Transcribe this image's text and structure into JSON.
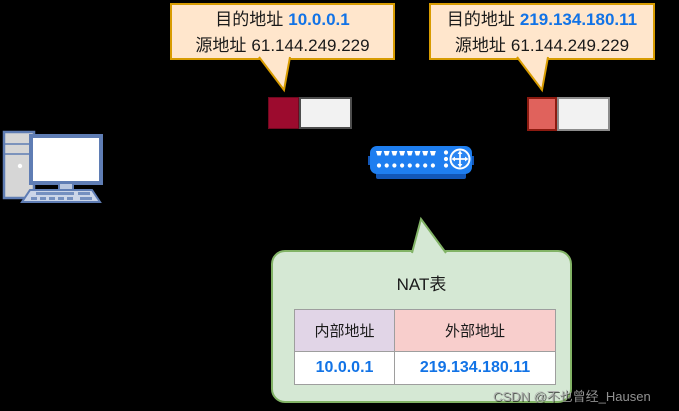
{
  "background_color": "#000000",
  "callouts": {
    "left": {
      "dest_label": "目的地址",
      "dest_value": "10.0.0.1",
      "src_label": "源地址",
      "src_value": "61.144.249.229",
      "fill": "#FFE6CC",
      "border": "#D79B00"
    },
    "right": {
      "dest_label": "目的地址",
      "dest_value": "219.134.180.11",
      "src_label": "源地址",
      "src_value": "61.144.249.229",
      "fill": "#FFE6CC",
      "border": "#D79B00"
    }
  },
  "packets": {
    "left": {
      "header_color": "#9C0B2E",
      "body_color": "#F2F2F2"
    },
    "right": {
      "header_color": "#E0625C",
      "body_color": "#F2F2F2"
    }
  },
  "icons": {
    "computer": "desktop-computer-icon",
    "router": "router-icon",
    "routing_arrows": "routing-arrows-icon"
  },
  "nat_panel": {
    "title": "NAT表",
    "fill": "#D5E8D4",
    "border": "#82B366",
    "table": {
      "headers": [
        {
          "label": "内部地址",
          "bg": "#E1D5E7"
        },
        {
          "label": "外部地址",
          "bg": "#F8CECC"
        }
      ],
      "rows": [
        [
          "10.0.0.1",
          "219.134.180.11"
        ]
      ],
      "value_color": "#1273E6"
    }
  },
  "watermark": "CSDN @不也曾经_Hausen",
  "accent_blue": "#1273E6"
}
